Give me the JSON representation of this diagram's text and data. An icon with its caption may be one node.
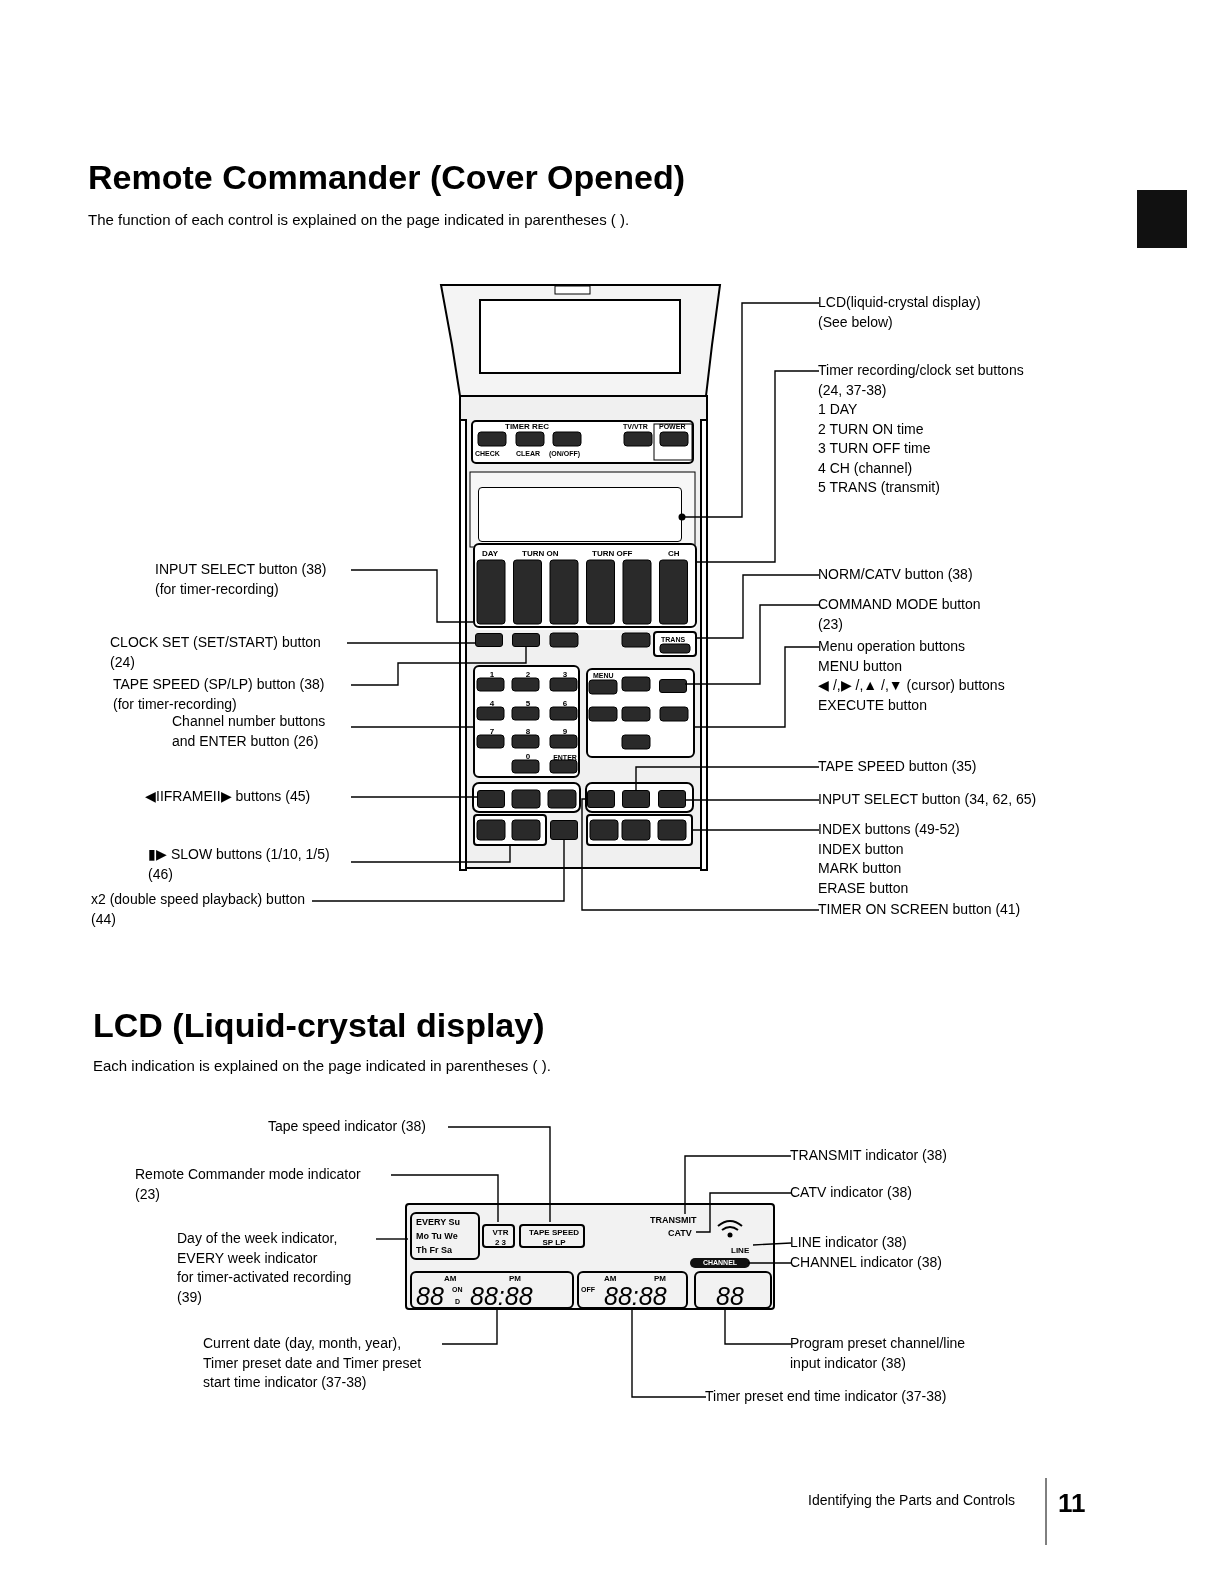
{
  "diagram": {
    "title": "Remote Commander (Cover Opened)",
    "nodes": [
      {
        "text": [
          "LCD(liquid-crystal display)",
          "(See below)"
        ]
      },
      {
        "text": [
          "Timer recording/clock set buttons",
          "(24, 37-38)",
          "1 DAY",
          "2 TURN ON time",
          "3 TURN OFF time",
          "4 CH (channel)",
          "5 TRANS (transmit)"
        ]
      },
      {
        "text": [
          "NORM/CATV button (38)"
        ]
      },
      {
        "text": [
          "COMMAND MODE button",
          "(23)"
        ]
      },
      {
        "text": [
          "Menu operation buttons",
          "MENU button",
          "◀ /,▶ /,▲ /,▼ (cursor) buttons",
          "EXECUTE button"
        ]
      },
      {
        "text": [
          "TAPE SPEED button (35)"
        ]
      },
      {
        "text": [
          "INPUT SELECT button (34, 62, 65)"
        ]
      },
      {
        "text": [
          "INDEX buttons (49-52)",
          "INDEX button",
          "MARK button",
          "ERASE button"
        ]
      },
      {
        "text": [
          "TIMER ON SCREEN button (41)"
        ]
      },
      {
        "text": [
          "INPUT SELECT button (38)",
          "(for timer-recording)"
        ]
      },
      {
        "text": [
          "CLOCK SET (SET/START) button",
          "(24)"
        ]
      },
      {
        "text": [
          "TAPE SPEED (SP/LP) button (38)",
          "(for timer-recording)"
        ]
      },
      {
        "text": [
          "Channel number buttons",
          "and ENTER button (26)"
        ]
      },
      {
        "text": [
          "◀IIFRAMEII▶ buttons (45)"
        ]
      },
      {
        "text": [
          "▮▶ SLOW buttons (1/10, 1/5)",
          "(46)"
        ]
      },
      {
        "text": [
          "x2 (double speed playback) button",
          "(44)"
        ]
      },
      {
        "text": [
          "Tape speed indicator (38)"
        ]
      },
      {
        "text": [
          "Remote Commander mode indicator",
          "(23)"
        ]
      },
      {
        "text": [
          "Day of the week indicator,",
          "EVERY week indicator",
          "for timer-activated recording",
          "(39)"
        ]
      },
      {
        "text": [
          "Current date (day, month, year),",
          "Timer preset date and Timer preset",
          "start time indicator (37-38)"
        ]
      },
      {
        "text": [
          "TRANSMIT indicator (38)"
        ]
      },
      {
        "text": [
          "CATV indicator (38)"
        ]
      },
      {
        "text": [
          "LINE indicator (38)"
        ]
      },
      {
        "text": [
          "CHANNEL indicator (38)"
        ]
      },
      {
        "text": [
          "Program preset channel/line",
          "input indicator (38)"
        ]
      },
      {
        "text": [
          "Timer preset end time indicator (37-38)"
        ]
      },
      {
        "text": [],
        "shape": "box"
      },
      {
        "text": [
          "DAY",
          "TURN ON",
          "TURN OFF",
          "CH"
        ]
      },
      {
        "text": [
          "TRANS"
        ]
      },
      {
        "text": [],
        "shape": "box",
        "in": 30
      },
      {
        "text": [
          "MENU"
        ]
      },
      {
        "text": [],
        "shape": "box"
      },
      {
        "text": [],
        "shape": "box"
      },
      {
        "text": [],
        "shape": "box"
      },
      {
        "text": [],
        "shape": "box"
      },
      {
        "text": [],
        "shape": "box"
      },
      {
        "text": [],
        "shape": "box"
      },
      {
        "text": [
          "1",
          "2",
          "3",
          "4",
          "5",
          "6",
          "7",
          "8",
          "9",
          "0",
          "ENTER"
        ]
      },
      {
        "text": [],
        "shape": "box"
      },
      {
        "text": [],
        "shape": "box"
      },
      {
        "text": [],
        "shape": "box"
      },
      {
        "text": [],
        "shape": "box"
      },
      {
        "text": [
          "EVERY Su",
          "Mo Tu We",
          "Th Fr Sa"
        ],
        "in": 41
      },
      {
        "text": [
          "VTR",
          "2 3"
        ],
        "in": 41
      },
      {
        "text": [
          "TAPE SPEED",
          "SP LP"
        ],
        "in": 41
      },
      {
        "text": [
          "TRANSMIT"
        ],
        "in": 41
      },
      {
        "text": [
          "CATV"
        ],
        "in": 41
      },
      {
        "text": [
          "LINE"
        ],
        "in": 41
      },
      {
        "text": [
          "CHANNEL"
        ],
        "in": 41
      },
      {
        "text": [
          "AM",
          "PM",
          "88",
          "ON",
          "D",
          "88:88"
        ],
        "in": 41
      },
      {
        "text": [
          "AM",
          "PM",
          "OFF",
          "88:88"
        ],
        "in": 41
      },
      {
        "text": [
          "88"
        ],
        "in": 41
      }
    ],
    "edges": [
      {
        "from": 0,
        "to": 26,
        "arrow": "other"
      },
      {
        "from": 1,
        "to": 27,
        "arrow": "none"
      },
      {
        "from": 2,
        "to": 28,
        "arrow": "none"
      },
      {
        "from": 3,
        "to": 29,
        "arrow": "none"
      },
      {
        "from": 4,
        "to": 30,
        "arrow": "none"
      },
      {
        "from": 5,
        "to": 31,
        "arrow": "none"
      },
      {
        "from": 6,
        "to": 32,
        "arrow": "none"
      },
      {
        "from": 7,
        "to": 33,
        "arrow": "none"
      },
      {
        "from": 8,
        "to": 34,
        "arrow": "none"
      },
      {
        "from": 9,
        "to": 27,
        "arrow": "none"
      },
      {
        "from": 10,
        "to": 35,
        "arrow": "none"
      },
      {
        "from": 11,
        "to": 36,
        "arrow": "none"
      },
      {
        "from": 12,
        "to": 37,
        "arrow": "none"
      },
      {
        "from": 13,
        "to": 38,
        "arrow": "none"
      },
      {
        "from": 14,
        "to": 39,
        "arrow": "none"
      },
      {
        "from": 15,
        "to": 40,
        "arrow": "none"
      },
      {
        "from": 16,
        "to": 44,
        "arrow": "none"
      },
      {
        "from": 17,
        "to": 43,
        "arrow": "none"
      },
      {
        "from": 18,
        "to": 42,
        "arrow": "none"
      },
      {
        "from": 19,
        "to": 49,
        "arrow": "none"
      },
      {
        "from": 20,
        "to": 45,
        "arrow": "none"
      },
      {
        "from": 21,
        "to": 46,
        "arrow": "none"
      },
      {
        "from": 22,
        "to": 47,
        "arrow": "none"
      },
      {
        "from": 23,
        "to": 48,
        "arrow": "none"
      },
      {
        "from": 24,
        "to": 51,
        "arrow": "none"
      },
      {
        "from": 25,
        "to": 50,
        "arrow": "none"
      }
    ],
    "labels": [
      "The function of each control is explained on the page indicated in parentheses ( ).",
      "TIMER REC",
      "CHECK",
      "CLEAR",
      "(ON/OFF)",
      "TV/VTR",
      "POWER",
      "LCD (Liquid-crystal display)",
      "Each indication is explained on the page indicated in parentheses ( ).",
      "Identifying the Parts and Controls",
      "11"
    ]
  }
}
